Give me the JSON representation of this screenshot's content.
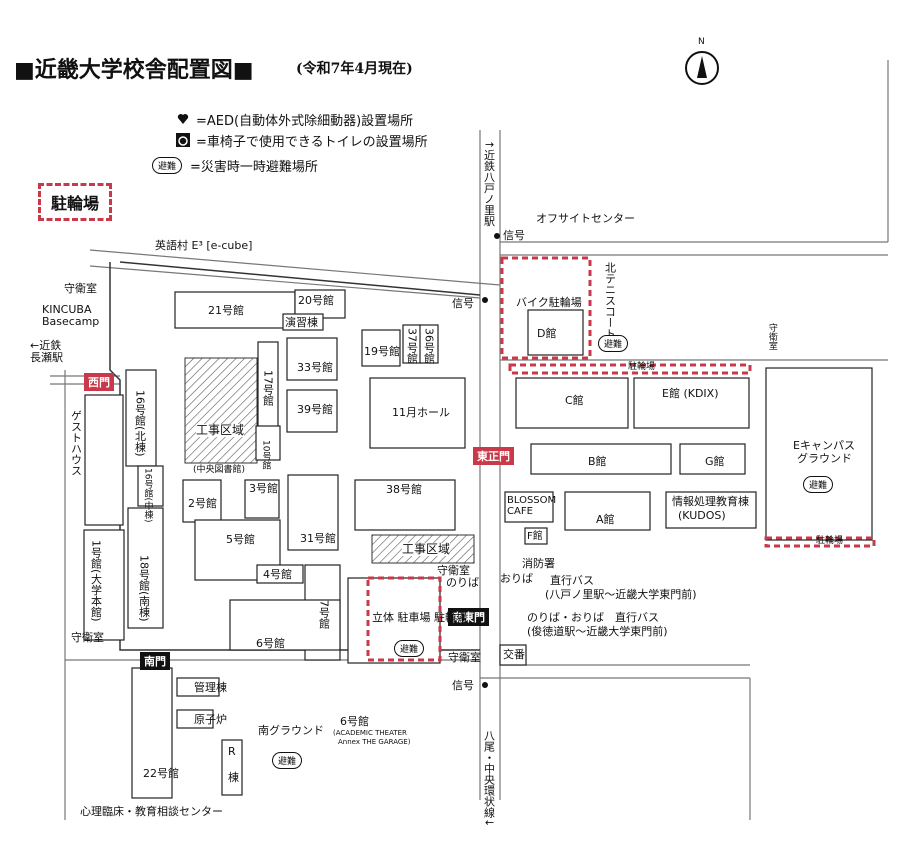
{
  "header": {
    "title": "■近畿大学校舎配置図■",
    "subtitle": "(令和7年4月現在)",
    "compass": "N"
  },
  "legend": {
    "aed": "=AED(自動体外式除細動器)設置場所",
    "wheelchair": "=車椅子で使用できるトイレの設置場所",
    "evac_icon": "避難",
    "evac": "=災害時一時避難場所",
    "bike": "駐輪場"
  },
  "labels": {
    "ecube": "英語村 E³ [e-cube]",
    "guard": "守衛室",
    "kincuba": "KINCUBA",
    "basecamp": "Basecamp",
    "kintetsu_nagase": "←近鉄",
    "nagase": "長瀬駅",
    "west_gate": "西門",
    "guesthouse": "ゲストハウス",
    "b21": "21号館",
    "b20": "20号館",
    "enshu": "演習棟",
    "b19": "19号館",
    "b37": "37号館",
    "b36": "36号館",
    "b33": "33号館",
    "b39": "39号館",
    "b17": "17号館",
    "b11hall": "11月ホール",
    "construction": "工事区域",
    "b10": "10号館",
    "library": "(中央図書館)",
    "b16n": "16号館(北棟)",
    "b16m": "16号館(中棟)",
    "b18": "18号館(南棟)",
    "b1": "1号館(大学本館)",
    "b2": "2号館",
    "b3": "3号館",
    "b5": "5号館",
    "b4": "4号館",
    "b31": "31号館",
    "b38": "38号館",
    "b6": "6号館",
    "b7": "7号館",
    "south_gate": "南門",
    "b22": "22号館",
    "kanri": "管理棟",
    "genshiro": "原子炉",
    "r": "R",
    "r2": "棟",
    "south_ground": "南グラウンド",
    "shinri": "心理臨床・教育相談センター",
    "b6garage": "6号館",
    "garage1": "(ACADEMIC THEATER",
    "garage2": "Annex THE GARAGE)",
    "sports_parking": "立体 駐車場 駐輪場",
    "guard2": "守衛室",
    "noriba": "のりば",
    "oriba": "おりば",
    "shobo": "消防署",
    "southeast_gate": "南東門",
    "east_gate": "東正門",
    "bus1": "直行バス",
    "bus1b": "(八戸ノ里駅～近畿大学東門前)",
    "bus2": "のりば・おりば　直行バス",
    "bus2b": "(俊徳道駅～近畿大学東門前)",
    "koban": "交番",
    "shingo": "信号",
    "offsite": "オフサイトセンター",
    "bike_parking": "バイク駐輪場",
    "d_kan": "D館",
    "kita_tennis": "北テニスコート",
    "c_kan": "C館",
    "e_kan": "E館 (KDIX)",
    "b_kan": "B館",
    "g_kan": "G館",
    "a_kan": "A館",
    "f_kan": "F館",
    "blossom": "BLOSSOM CAFE",
    "joho": "情報処理教育棟",
    "kudos": "(KUDOS)",
    "e_campus": "Eキャンパス",
    "e_ground": "グラウンド",
    "parking": "駐輪場",
    "kintetsu_hachi": "↑近鉄八戸ノ里駅",
    "hachio": "八尾・中央環状線↓",
    "evac_label": "避難"
  },
  "colors": {
    "accent_red": "#c9394a",
    "dark": "#111111",
    "hatch": "#555555"
  }
}
